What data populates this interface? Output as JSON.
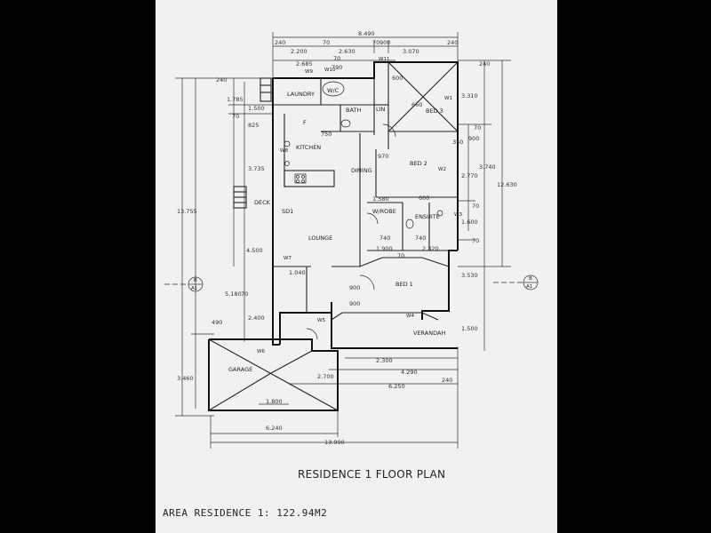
{
  "title": "RESIDENCE 1 FLOOR PLAN",
  "area_label": "AREA RESIDENCE 1: 122.94M2",
  "rooms": {
    "laundry": "LAUNDRY",
    "wc": "W/C",
    "bath": "BATH",
    "lin": "LIN",
    "bed3": "BED 3",
    "kitchen": "KITCHEN",
    "dining": "DINING",
    "bed2": "BED 2",
    "deck": "DECK",
    "sd1": "SD1",
    "wrobe": "W/ROBE",
    "ensuite": "ENSUITE",
    "lounge": "LOUNGE",
    "bed1": "BED 1",
    "verandah": "VERANDAH",
    "garage": "GARAGE",
    "fridge": "F"
  },
  "windows": {
    "w1": "W1",
    "w2": "W2",
    "w3": "W3",
    "w4": "W4",
    "w5": "W5",
    "w6": "W6",
    "w7": "W7",
    "w8": "W8",
    "w9": "W9",
    "w10": "W10",
    "w11": "W11"
  },
  "section_markers": [
    {
      "letter": "B",
      "sheet": "A1"
    },
    {
      "letter": "B",
      "sheet": "A1"
    }
  ],
  "dims": {
    "top_overall": "8.490",
    "top_240_left": "240",
    "top_70_a": "70",
    "top_70_b": "70",
    "top_900": "900",
    "top_240_right": "240",
    "top_2200": "2.200",
    "top_2630": "2.630",
    "top_3070": "3.070",
    "top_2685": "2.685",
    "top_70_c": "70",
    "top_790": "790",
    "top_240_far": "240",
    "left_240": "240",
    "left_1785": "1.785",
    "left_1500": "1.500",
    "left_70": "70",
    "left_825": "825",
    "left_3735": "3.735",
    "left_13755": "13.755",
    "left_4500": "4.500",
    "left_5180": "5.180",
    "left_70b": "70",
    "left_2400": "2.400",
    "left_490": "490",
    "left_3460": "3.460",
    "int_600": "600",
    "int_660": "660",
    "int_750": "750",
    "int_970": "970",
    "int_350": "350",
    "int_900": "900",
    "int_1580": "1.580",
    "int_600b": "600",
    "int_740a": "740",
    "int_740b": "740",
    "int_1900": "1.900",
    "int_70": "70",
    "int_2320": "2.320",
    "int_1040": "1.040",
    "int_900b": "900",
    "int_900c": "900",
    "right_3310": "3.310",
    "right_70a": "70",
    "right_3740": "3.740",
    "right_2770": "2.770",
    "right_12630": "12.630",
    "right_70b": "70",
    "right_1600": "1.600",
    "right_70c": "70",
    "right_3530": "3.530",
    "right_1500": "1.500",
    "bot_2300": "2.300",
    "bot_4290": "4.290",
    "bot_240": "240",
    "bot_6250": "6.250",
    "bot_2700": "2.700",
    "bot_1800": "1.800",
    "bot_6240": "6.240",
    "bot_13990": "13.990"
  }
}
